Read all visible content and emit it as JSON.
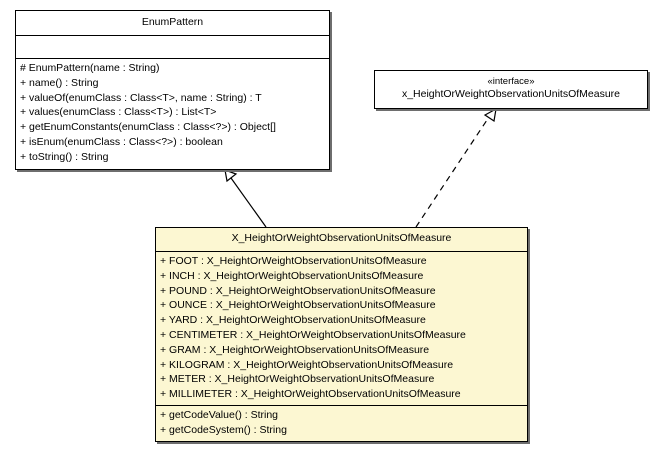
{
  "classes": {
    "enum_pattern": {
      "name": "EnumPattern",
      "attributes": [],
      "operations": [
        "# EnumPattern(name : String)",
        "+ name() : String",
        "+ valueOf(enumClass : Class<T>, name : String) : T",
        "+ values(enumClass : Class<T>) : List<T>",
        "+ getEnumConstants(enumClass : Class<?>) : Object[]",
        "+ isEnum(enumClass : Class<?>) : boolean",
        "+ toString() : String"
      ]
    },
    "interface": {
      "stereotype": "«interface»",
      "name": "x_HeightOrWeightObservationUnitsOfMeasure"
    },
    "main": {
      "name": "X_HeightOrWeightObservationUnitsOfMeasure",
      "attributes": [
        "+ FOOT : X_HeightOrWeightObservationUnitsOfMeasure",
        "+ INCH : X_HeightOrWeightObservationUnitsOfMeasure",
        "+ POUND : X_HeightOrWeightObservationUnitsOfMeasure",
        "+ OUNCE : X_HeightOrWeightObservationUnitsOfMeasure",
        "+ YARD : X_HeightOrWeightObservationUnitsOfMeasure",
        "+ CENTIMETER : X_HeightOrWeightObservationUnitsOfMeasure",
        "+ GRAM : X_HeightOrWeightObservationUnitsOfMeasure",
        "+ KILOGRAM : X_HeightOrWeightObservationUnitsOfMeasure",
        "+ METER : X_HeightOrWeightObservationUnitsOfMeasure",
        "+ MILLIMETER : X_HeightOrWeightObservationUnitsOfMeasure"
      ],
      "operations": [
        "+ getCodeValue() : String",
        "+ getCodeSystem() : String"
      ]
    }
  },
  "relationships": [
    {
      "type": "generalization",
      "from": "X_HeightOrWeightObservationUnitsOfMeasure",
      "to": "EnumPattern"
    },
    {
      "type": "realization",
      "from": "X_HeightOrWeightObservationUnitsOfMeasure",
      "to": "x_HeightOrWeightObservationUnitsOfMeasure"
    }
  ],
  "colors": {
    "highlight_fill": "#fcf7d2",
    "line": "#000000",
    "shadow": "#6e6e6e"
  }
}
